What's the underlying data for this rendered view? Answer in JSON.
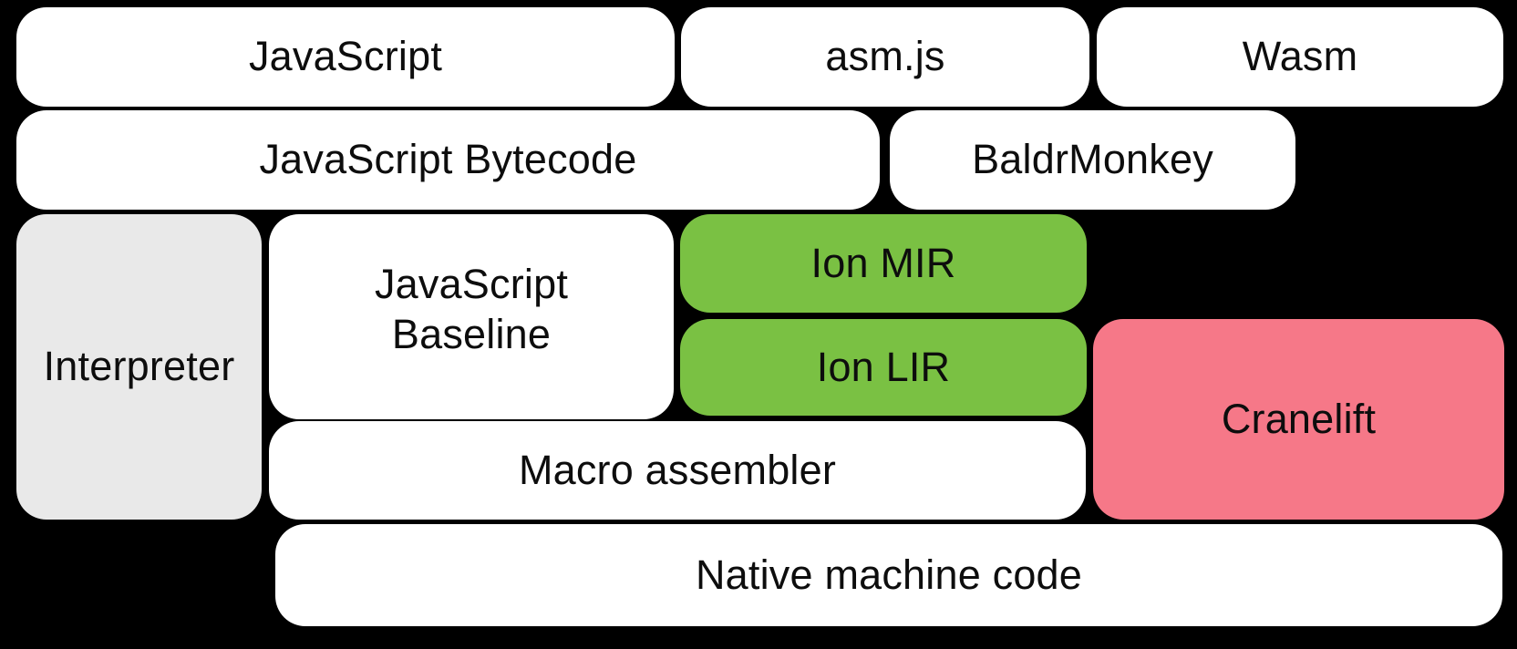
{
  "colors": {
    "background": "#000000",
    "box_white": "#ffffff",
    "box_gray": "#e9e9e9",
    "box_green": "#7ac143",
    "box_pink": "#f67888",
    "text": "#0d0d0d"
  },
  "nodes": {
    "javascript": {
      "label": "JavaScript"
    },
    "asmjs": {
      "label": "asm.js"
    },
    "wasm": {
      "label": "Wasm"
    },
    "bytecode": {
      "label": "JavaScript Bytecode"
    },
    "baldrmonkey": {
      "label": "BaldrMonkey"
    },
    "interpreter": {
      "label": "Interpreter"
    },
    "baseline": {
      "line1": "JavaScript",
      "line2": "Baseline"
    },
    "ion_mir": {
      "label": "Ion MIR"
    },
    "ion_lir": {
      "label": "Ion LIR"
    },
    "cranelift": {
      "label": "Cranelift"
    },
    "macro_assembler": {
      "label": "Macro assembler"
    },
    "native_code": {
      "label": "Native machine code"
    }
  }
}
